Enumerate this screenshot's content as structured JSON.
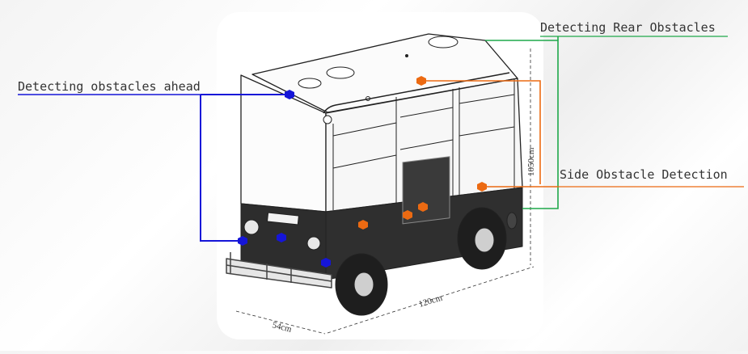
{
  "labels": {
    "front": "Detecting obstacles ahead",
    "rear": "Detecting Rear Obstacles",
    "side": "Side Obstacle Detection"
  },
  "dimensions": {
    "height": "1050cm",
    "length": "120cm",
    "width": "54cm"
  },
  "colors": {
    "front_sensor": "#1515d8",
    "side_sensor": "#ec6a12",
    "rear_line": "#1fa84a",
    "vehicle_dark": "#2d2d2d",
    "panel_light": "#ffffff"
  }
}
